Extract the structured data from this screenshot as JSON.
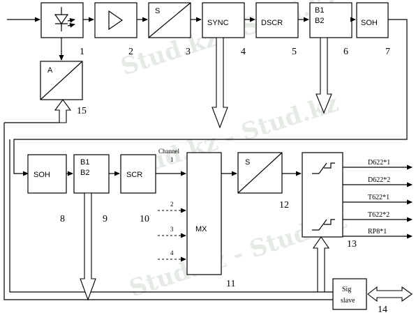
{
  "blocks": {
    "sample_s": "S",
    "sync": "SYNC",
    "dscr": "DSCR",
    "b1b2_top_line1": "B1",
    "b1b2_top_line2": "B2",
    "soh_top": "SOH",
    "adc_a": "A",
    "soh_bottom": "SOH",
    "b1b2_bottom_line1": "B1",
    "b1b2_bottom_line2": "B2",
    "scr": "SCR",
    "mx": "MX",
    "s_out": "S",
    "sig_line1": "Sig",
    "sig_line2": "slave"
  },
  "numbers": {
    "n1": "1",
    "n2": "2",
    "n3": "3",
    "n4": "4",
    "n5": "5",
    "n6": "6",
    "n7": "7",
    "n8": "8",
    "n9": "9",
    "n10": "10",
    "n11": "11",
    "n12": "12",
    "n13": "13",
    "n14": "14",
    "n15": "15"
  },
  "channel": {
    "label": "Channel",
    "c1": "1",
    "c2": "2",
    "c3": "3",
    "c4": "4"
  },
  "outputs": [
    "D622*1",
    "D622*2",
    "T622*1",
    "T622*2",
    "RP8*1"
  ],
  "watermark": [
    "Stud.kz - Stud.kz",
    "Stud.kz - Stud.kz",
    "Stud.kz - Stud.kz"
  ]
}
